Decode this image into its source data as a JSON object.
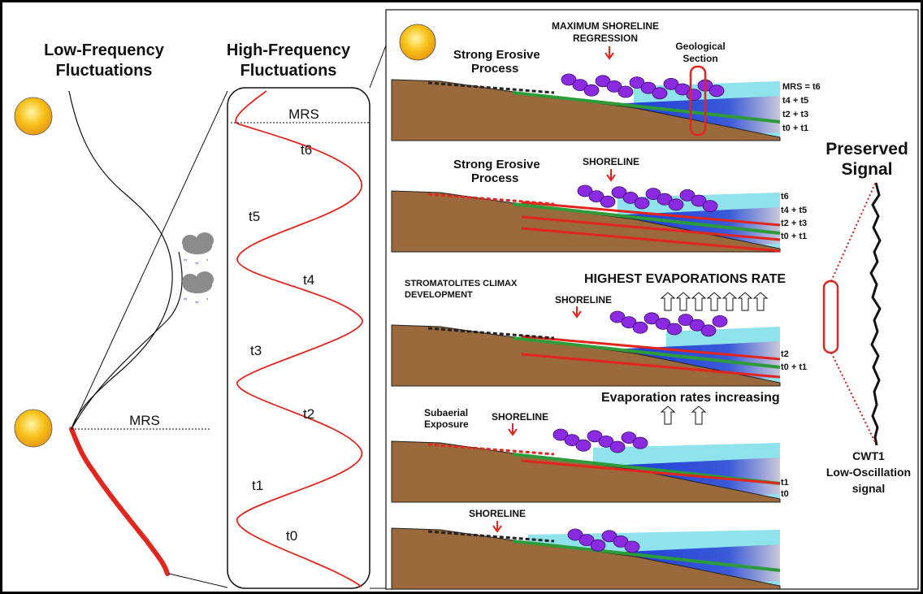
{
  "left": {
    "low_freq_title_line1": "Low-Frequency",
    "low_freq_title_line2": "Fluctuations",
    "high_freq_title_line1": "High-Frequency",
    "high_freq_title_line2": "Fluctuations",
    "mrs_label": "MRS",
    "wave_mrs_label": "MRS",
    "times": [
      "t6",
      "t5",
      "t4",
      "t3",
      "t2",
      "t1",
      "t0"
    ]
  },
  "panels": {
    "p1": {
      "strong_erosive_1": "Strong Erosive",
      "strong_erosive_2": "Process",
      "max_shoreline_1": "MAXIMUM SHORELINE",
      "max_shoreline_2": "REGRESSION",
      "geo_section_1": "Geological",
      "geo_section_2": "Section",
      "labels": [
        "MRS = t6",
        "t4 + t5",
        "t2 + t3",
        "t0 + t1"
      ]
    },
    "p2": {
      "strong_erosive_1": "Strong Erosive",
      "strong_erosive_2": "Process",
      "shoreline": "SHORELINE",
      "labels": [
        "t6",
        "t4 + t5",
        "t2 + t3",
        "t0 + t1"
      ]
    },
    "p3": {
      "stromatolites_1": "STROMATOLITES CLIMAX",
      "stromatolites_2": "DEVELOPMENT",
      "shoreline": "SHORELINE",
      "evap": "HIGHEST EVAPORATIONS RATE",
      "labels": [
        "t2",
        "t0 + t1"
      ]
    },
    "p4": {
      "subaerial_1": "Subaerial",
      "subaerial_2": "Exposure",
      "shoreline": "SHORELINE",
      "evap": "Evaporation rates increasing",
      "labels": [
        "t1",
        "t0"
      ]
    },
    "p5": {
      "shoreline": "SHORELINE"
    }
  },
  "right": {
    "preserved_1": "Preserved",
    "preserved_2": "Signal",
    "cwt_1": "CWT1",
    "cwt_2": "Low-Oscillation",
    "cwt_3": "signal"
  },
  "colors": {
    "sediment_brown": "#9b6a3c",
    "water_cyan": "#8fe3ec",
    "deep_blue": "#1c3ad8",
    "stromatolite_purple": "#8a2be2",
    "red_line": "#e0261f",
    "green_band": "#2e9b3a",
    "sun_yellow": "#f7c21b"
  }
}
